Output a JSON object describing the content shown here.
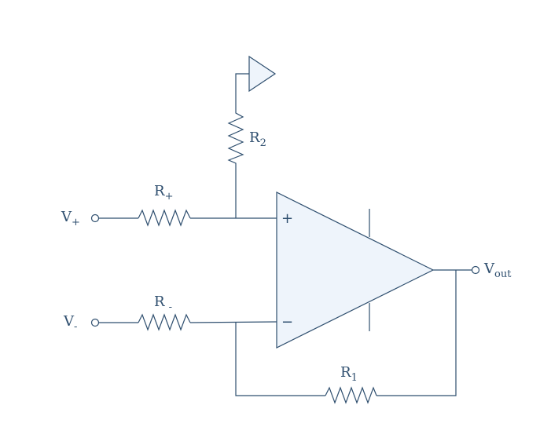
{
  "diagram": {
    "inputs": {
      "v_plus": {
        "main": "V",
        "sub": "+"
      },
      "v_minus": {
        "main": "V",
        "sub": "-"
      }
    },
    "output": {
      "main": "V",
      "sub": "out"
    },
    "resistors": {
      "r_plus": {
        "main": "R",
        "sub": "+"
      },
      "r_minus": {
        "main": "R",
        "sub": "-"
      },
      "r1": {
        "main": "R",
        "sub": "1"
      },
      "r2": {
        "main": "R",
        "sub": "2"
      }
    },
    "opamp": {
      "plus_sign": "+",
      "minus_sign": "−"
    },
    "colors": {
      "stroke": "#2f4f6f",
      "fill": "#eef4fb"
    }
  }
}
